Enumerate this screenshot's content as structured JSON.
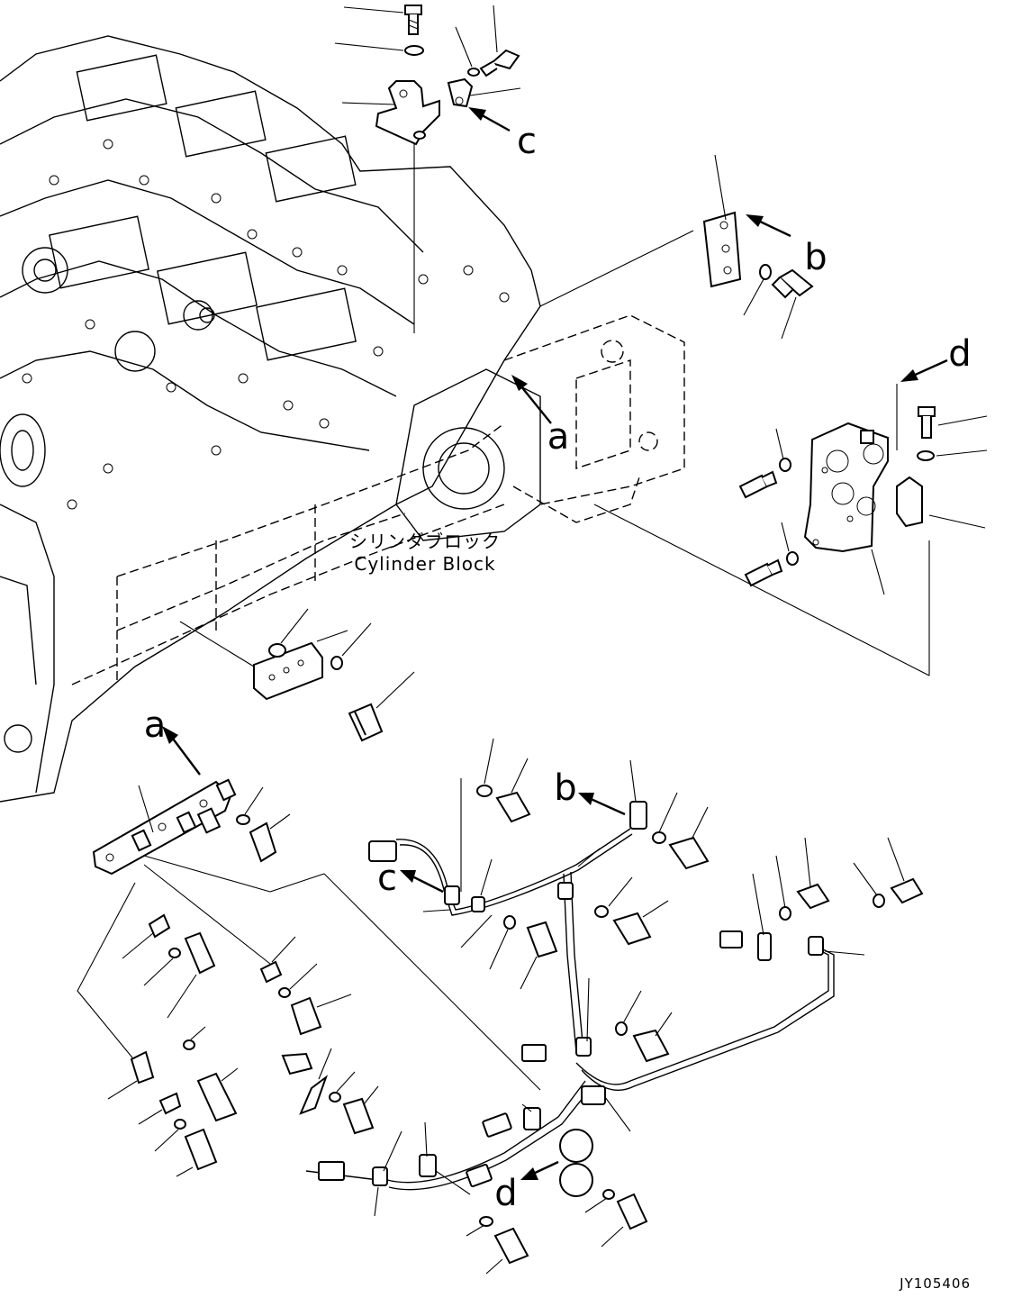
{
  "callouts": {
    "a_top": "a",
    "a_left": "a",
    "b_top": "b",
    "b_lower": "b",
    "c_top": "c",
    "c_lower": "c",
    "d_top": "d",
    "d_lower": "d"
  },
  "block_label": {
    "japanese": "シリンダブロック",
    "english": "Cylinder Block"
  },
  "drawing_number": "JY105406"
}
